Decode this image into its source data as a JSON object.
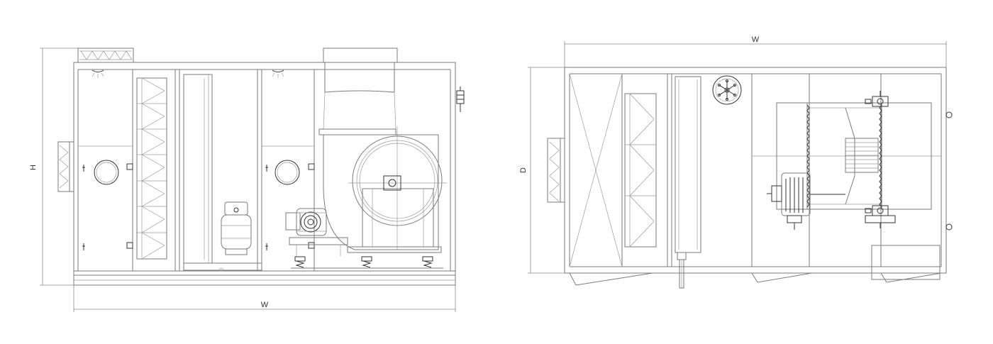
{
  "front_view": {
    "width_label": "W",
    "height_label": "H"
  },
  "top_view": {
    "width_label": "W",
    "depth_label": "D"
  }
}
